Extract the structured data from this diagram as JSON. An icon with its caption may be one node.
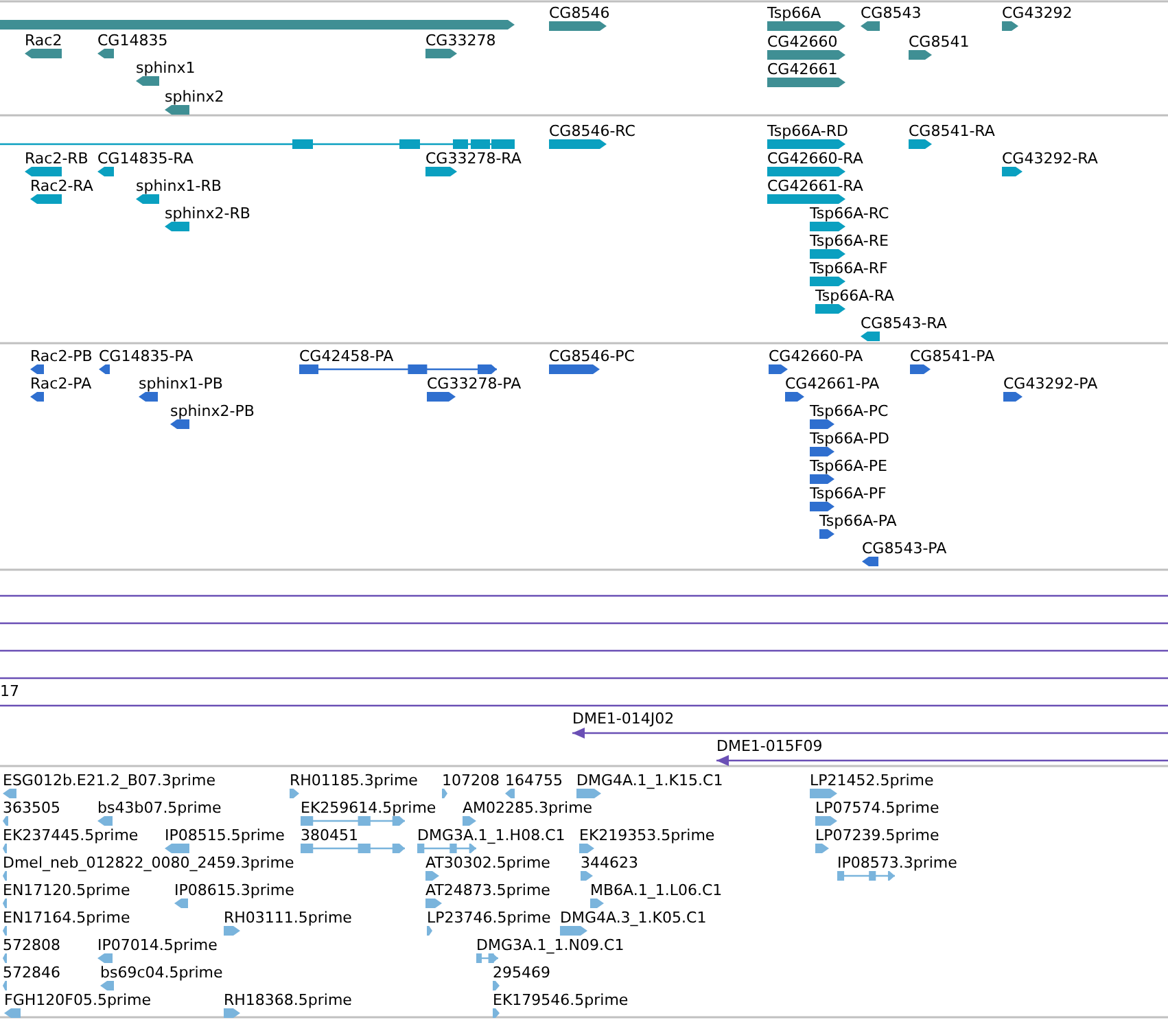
{
  "diagram": {
    "labels": [
      "CG8546",
      "Tsp66A",
      "CG8543",
      "CG43292",
      "Rac2",
      "CG14835",
      "CG33278",
      "CG42660",
      "CG8541",
      "sphinx1",
      "CG42661",
      "sphinx2",
      "CG8546-RC",
      "Tsp66A-RD",
      "CG8541-RA",
      "Rac2-RB",
      "CG14835-RA",
      "CG33278-RA",
      "CG42660-RA",
      "CG43292-RA",
      "Rac2-RA",
      "sphinx1-RB",
      "CG42661-RA",
      "sphinx2-RB",
      "Tsp66A-RC",
      "Tsp66A-RE",
      "Tsp66A-RF",
      "Tsp66A-RA",
      "CG8543-RA",
      "Rac2-PB",
      "CG14835-PA",
      "CG42458-PA",
      "CG8546-PC",
      "CG42660-PA",
      "CG8541-PA",
      "Rac2-PA",
      "sphinx1-PB",
      "CG33278-PA",
      "CG42661-PA",
      "CG43292-PA",
      "sphinx2-PB",
      "Tsp66A-PC",
      "Tsp66A-PD",
      "Tsp66A-PE",
      "Tsp66A-PF",
      "Tsp66A-PA",
      "CG8543-PA",
      "17",
      "DME1-014J02",
      "DME1-015F09",
      "ESG012b.E21.2_B07.3prime",
      "RH01185.3prime",
      "107208",
      "164755",
      "DMG4A.1_1.K15.C1",
      "LP21452.5prime",
      "363505",
      "bs43b07.5prime",
      "EK259614.5prime",
      "AM02285.3prime",
      "LP07574.5prime",
      "EK237445.5prime",
      "IP08515.5prime",
      "380451",
      "DMG3A.1_1.H08.C1",
      "EK219353.5prime",
      "LP07239.5prime",
      "Dmel_neb_012822_0080_2459.3prime",
      "AT30302.5prime",
      "344623",
      "IP08573.3prime",
      "EN17120.5prime",
      "IP08615.3prime",
      "AT24873.5prime",
      "MB6A.1_1.L06.C1",
      "EN17164.5prime",
      "RH03111.5prime",
      "LP23746.5prime",
      "DMG4A.3_1.K05.C1",
      "572808",
      "IP07014.5prime",
      "DMG3A.1_1.N09.C1",
      "572846",
      "bs69c04.5prime",
      "295469",
      "FGH120F05.5prime",
      "RH18368.5prime",
      "EK179546.5prime"
    ]
  }
}
